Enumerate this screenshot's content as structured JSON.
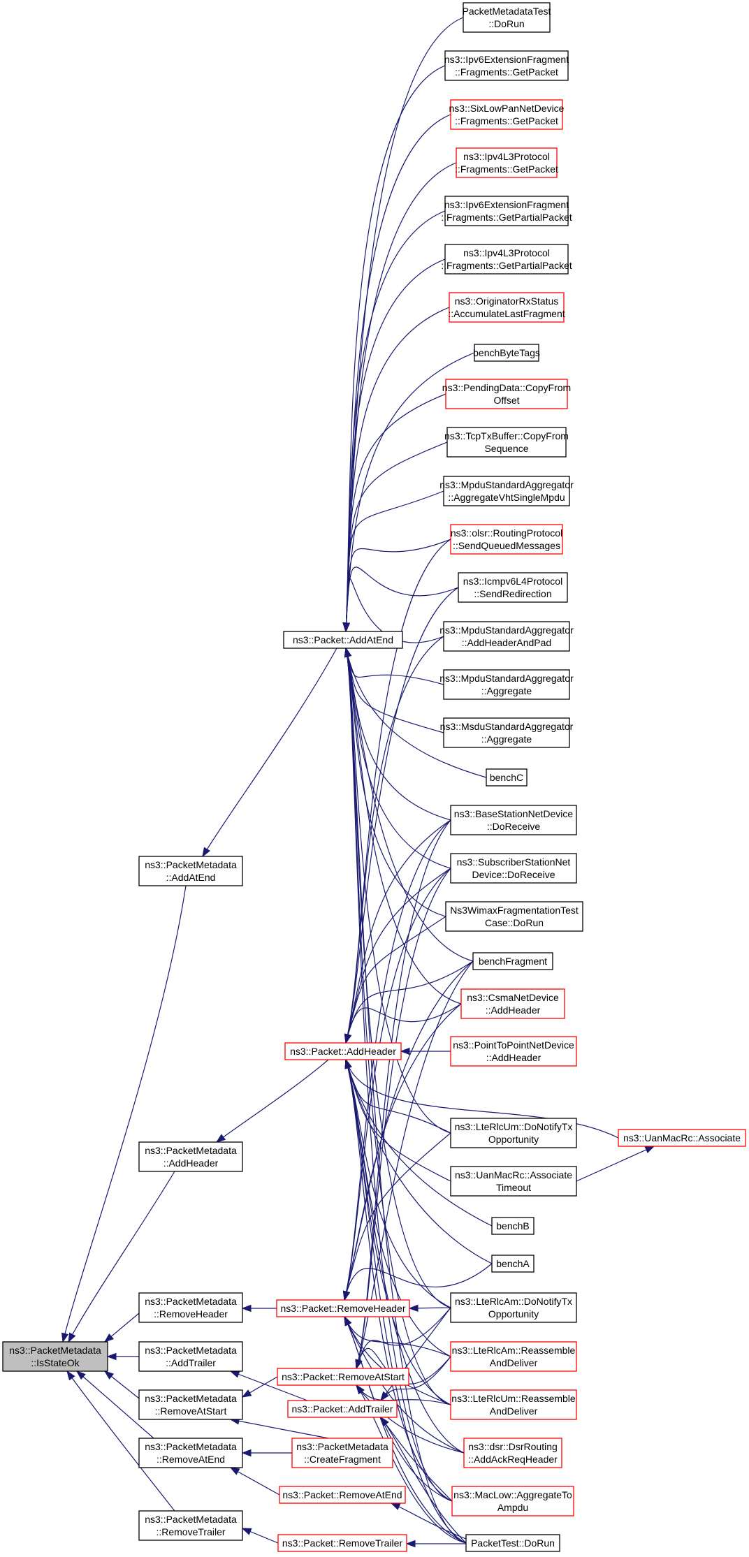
{
  "graph": {
    "root": {
      "line1": "ns3::PacketMetadata",
      "line2": "::IsStateOk"
    },
    "metadata_callers": [
      {
        "id": "pm_addatend",
        "line1": "ns3::PacketMetadata",
        "line2": "::AddAtEnd"
      },
      {
        "id": "pm_addheader",
        "line1": "ns3::PacketMetadata",
        "line2": "::AddHeader"
      },
      {
        "id": "pm_removeheader",
        "line1": "ns3::PacketMetadata",
        "line2": "::RemoveHeader"
      },
      {
        "id": "pm_addtrailer",
        "line1": "ns3::PacketMetadata",
        "line2": "::AddTrailer"
      },
      {
        "id": "pm_removeatstart",
        "line1": "ns3::PacketMetadata",
        "line2": "::RemoveAtStart"
      },
      {
        "id": "pm_removeatend",
        "line1": "ns3::PacketMetadata",
        "line2": "::RemoveAtEnd"
      },
      {
        "id": "pm_removetrailer",
        "line1": "ns3::PacketMetadata",
        "line2": "::RemoveTrailer"
      }
    ],
    "packet_methods": [
      {
        "id": "p_addatend",
        "label": "ns3::Packet::AddAtEnd"
      },
      {
        "id": "p_addheader",
        "label": "ns3::Packet::AddHeader"
      },
      {
        "id": "p_removeheader",
        "label": "ns3::Packet::RemoveHeader"
      },
      {
        "id": "p_removeatstart",
        "label": "ns3::Packet::RemoveAtStart"
      },
      {
        "id": "p_addtrailer",
        "label": "ns3::Packet::AddTrailer"
      },
      {
        "id": "pm_createfragment",
        "line1": "ns3::PacketMetadata",
        "line2": "::CreateFragment"
      },
      {
        "id": "p_removeatend",
        "label": "ns3::Packet::RemoveAtEnd"
      },
      {
        "id": "p_removetrailer",
        "label": "ns3::Packet::RemoveTrailer"
      }
    ],
    "callers": [
      {
        "id": "c01",
        "line1": "PacketMetadataTest",
        "line2": "::DoRun"
      },
      {
        "id": "c02",
        "line1": "ns3::Ipv6ExtensionFragment",
        "line2": "::Fragments::GetPacket"
      },
      {
        "id": "c03",
        "line1": "ns3::SixLowPanNetDevice",
        "line2": "::Fragments::GetPacket"
      },
      {
        "id": "c04",
        "line1": "ns3::Ipv4L3Protocol",
        "line2": "::Fragments::GetPacket"
      },
      {
        "id": "c05",
        "line1": "ns3::Ipv6ExtensionFragment",
        "line2": "::Fragments::GetPartialPacket"
      },
      {
        "id": "c06",
        "line1": "ns3::Ipv4L3Protocol",
        "line2": "::Fragments::GetPartialPacket"
      },
      {
        "id": "c07",
        "line1": "ns3::OriginatorRxStatus",
        "line2": "::AccumulateLastFragment"
      },
      {
        "id": "c08",
        "label": "benchByteTags"
      },
      {
        "id": "c09",
        "line1": "ns3::PendingData::CopyFrom",
        "line2": "Offset"
      },
      {
        "id": "c10",
        "line1": "ns3::TcpTxBuffer::CopyFrom",
        "line2": "Sequence"
      },
      {
        "id": "c11",
        "line1": "ns3::MpduStandardAggregator",
        "line2": "::AggregateVhtSingleMpdu"
      },
      {
        "id": "c12",
        "line1": "ns3::olsr::RoutingProtocol",
        "line2": "::SendQueuedMessages"
      },
      {
        "id": "c13",
        "line1": "ns3::Icmpv6L4Protocol",
        "line2": "::SendRedirection"
      },
      {
        "id": "c14",
        "line1": "ns3::MpduStandardAggregator",
        "line2": "::AddHeaderAndPad"
      },
      {
        "id": "c15",
        "line1": "ns3::MpduStandardAggregator",
        "line2": "::Aggregate"
      },
      {
        "id": "c16",
        "line1": "ns3::MsduStandardAggregator",
        "line2": "::Aggregate"
      },
      {
        "id": "c17",
        "label": "benchC"
      },
      {
        "id": "c18",
        "line1": "ns3::BaseStationNetDevice",
        "line2": "::DoReceive"
      },
      {
        "id": "c19",
        "line1": "ns3::SubscriberStationNet",
        "line2": "Device::DoReceive"
      },
      {
        "id": "c20",
        "line1": "Ns3WimaxFragmentationTest",
        "line2": "Case::DoRun"
      },
      {
        "id": "c21",
        "label": "benchFragment"
      },
      {
        "id": "c22",
        "line1": "ns3::CsmaNetDevice",
        "line2": "::AddHeader"
      },
      {
        "id": "c23",
        "line1": "ns3::PointToPointNetDevice",
        "line2": "::AddHeader"
      },
      {
        "id": "c24",
        "label": "ns3::UanMacRc::Associate"
      },
      {
        "id": "c25",
        "line1": "ns3::LteRlcUm::DoNotifyTx",
        "line2": "Opportunity"
      },
      {
        "id": "c26",
        "line1": "ns3::UanMacRc::Associate",
        "line2": "Timeout"
      },
      {
        "id": "c27",
        "label": "benchB"
      },
      {
        "id": "c28",
        "label": "benchA"
      },
      {
        "id": "c29",
        "line1": "ns3::LteRlcAm::DoNotifyTx",
        "line2": "Opportunity"
      },
      {
        "id": "c30",
        "line1": "ns3::LteRlcAm::Reassemble",
        "line2": "AndDeliver"
      },
      {
        "id": "c31",
        "line1": "ns3::LteRlcUm::Reassemble",
        "line2": "AndDeliver"
      },
      {
        "id": "c32",
        "line1": "ns3::dsr::DsrRouting",
        "line2": "::AddAckReqHeader"
      },
      {
        "id": "c33",
        "line1": "ns3::MacLow::AggregateTo",
        "line2": "Ampdu"
      },
      {
        "id": "c34",
        "label": "PacketTest::DoRun"
      }
    ]
  }
}
